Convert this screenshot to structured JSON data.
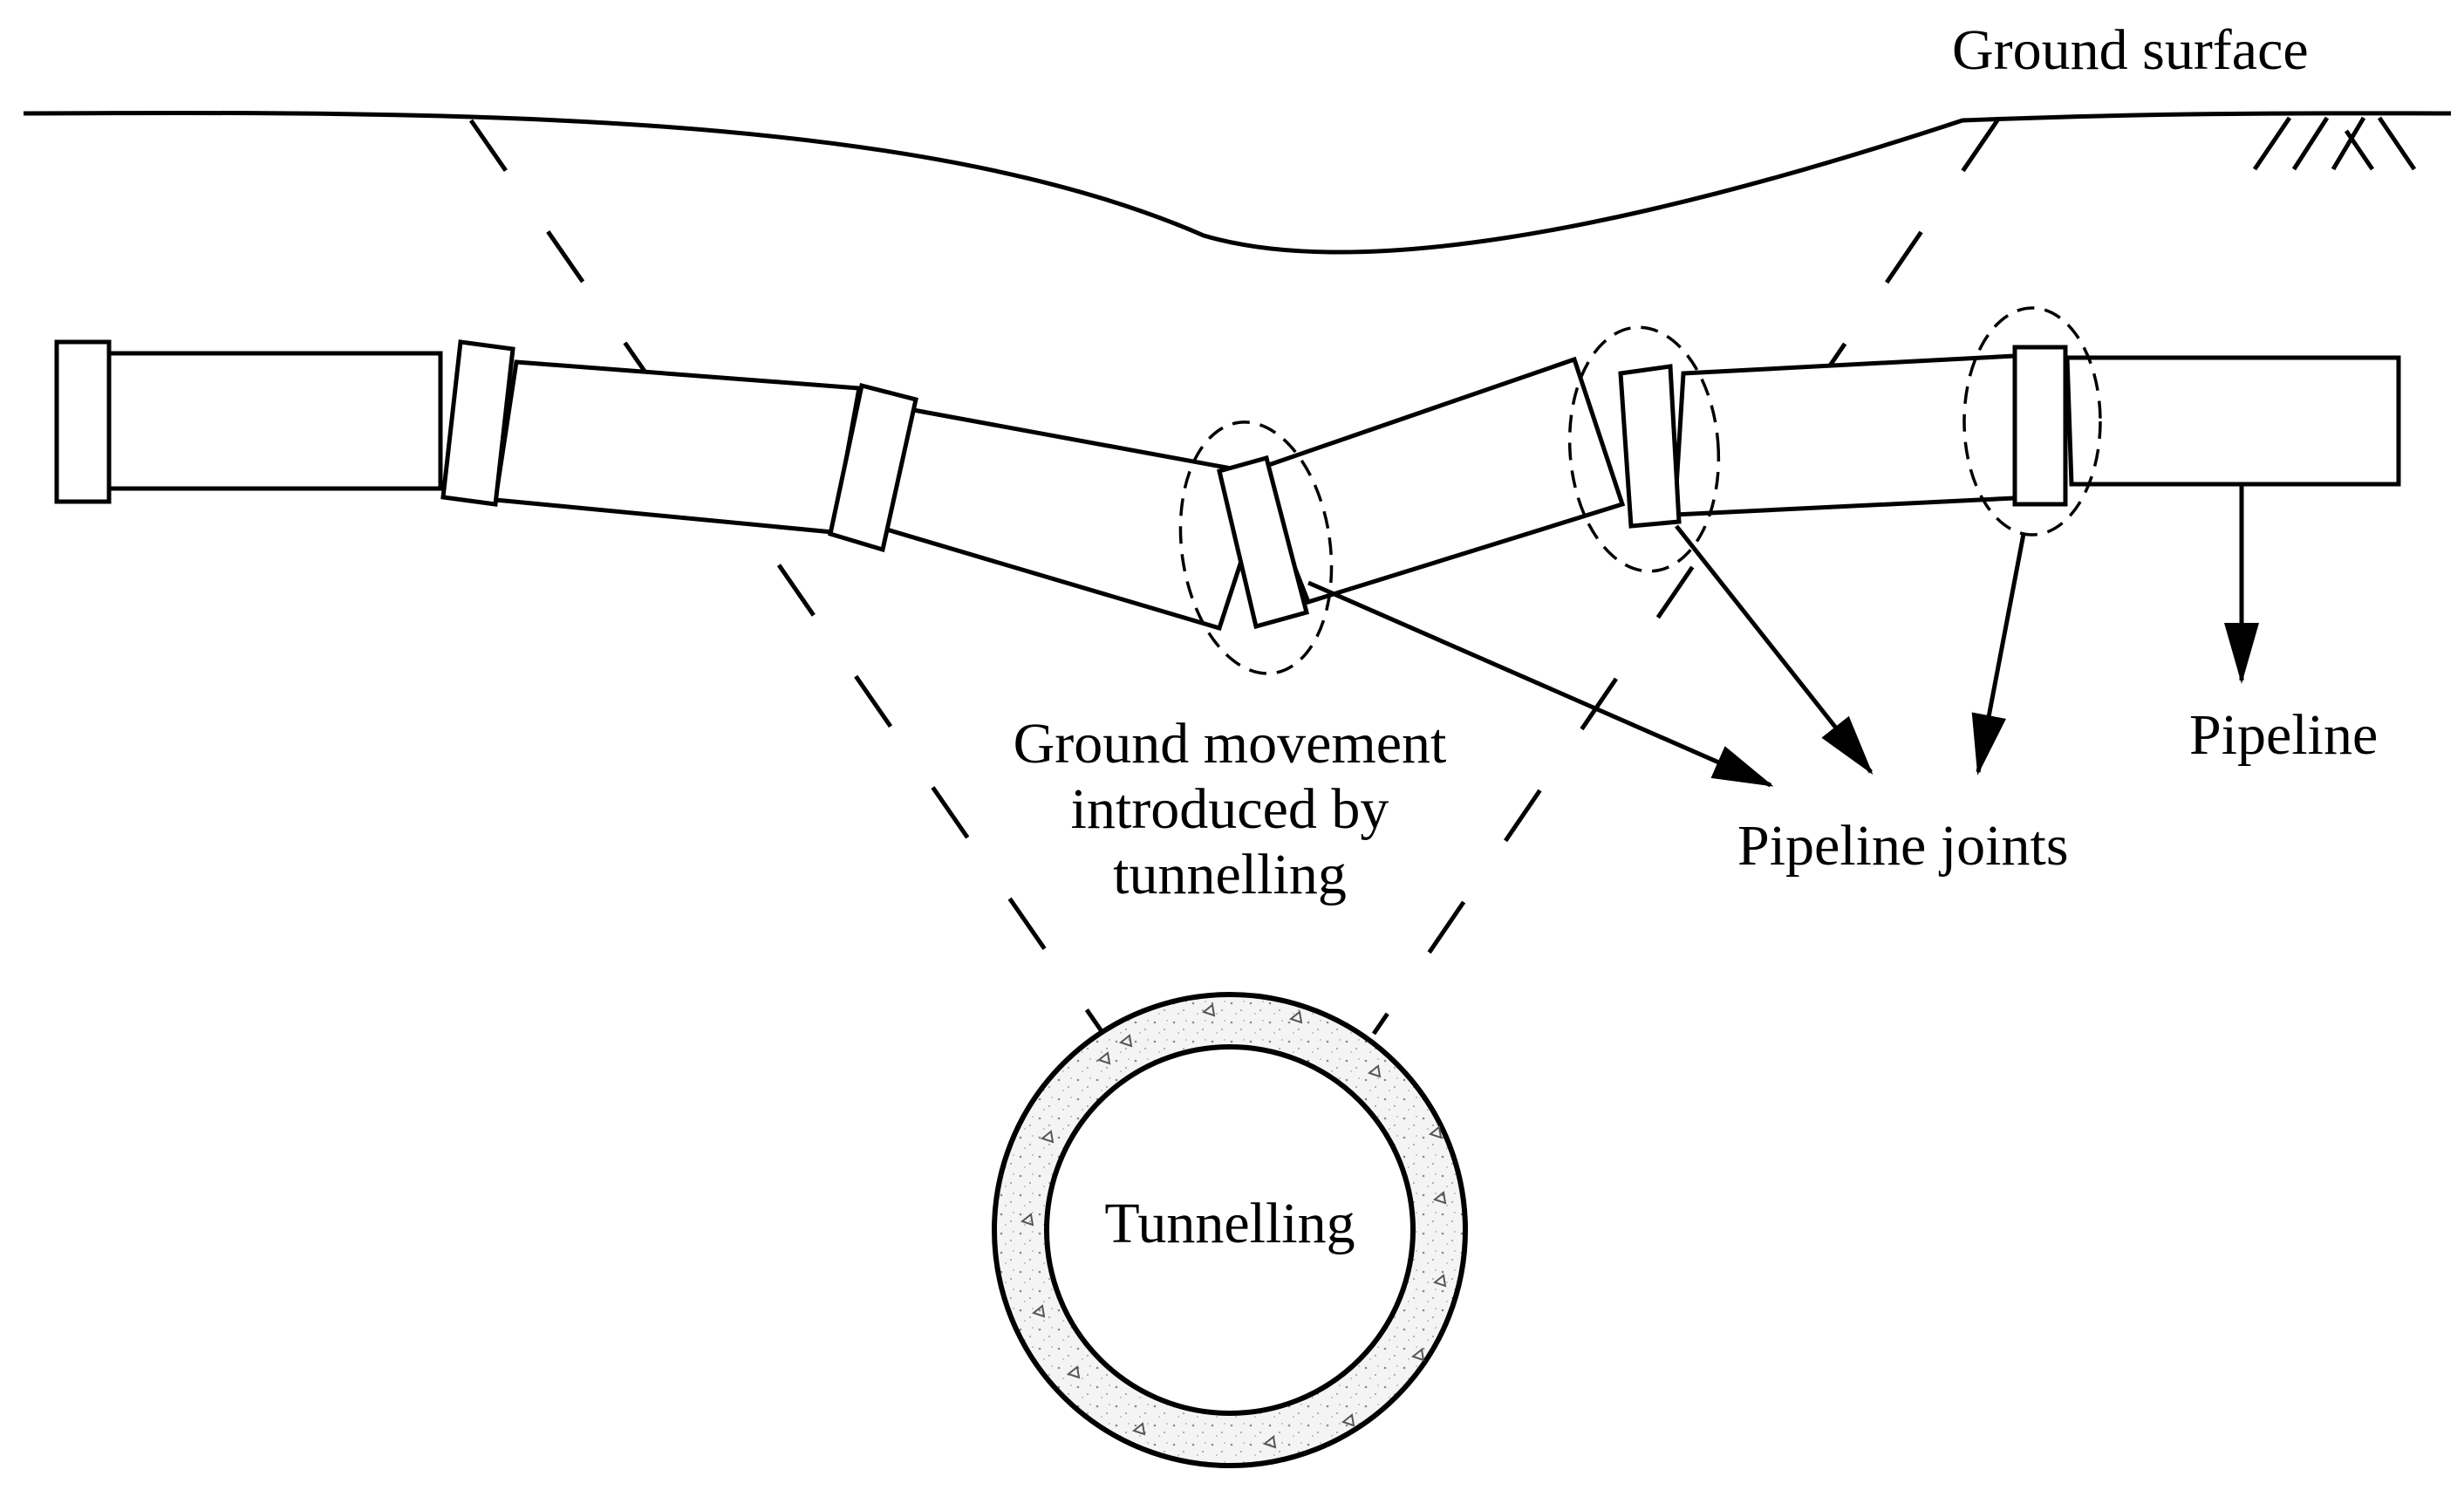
{
  "labels": {
    "ground_surface": "Ground surface",
    "ground_movement": [
      "Ground movement",
      "introduced by",
      "tunnelling"
    ],
    "pipeline_joints": "Pipeline joints",
    "pipeline": "Pipeline",
    "tunnelling": "Tunnelling"
  },
  "colors": {
    "line": "#000000",
    "background": "#ffffff",
    "lining_fill": "#f4f4f4"
  }
}
